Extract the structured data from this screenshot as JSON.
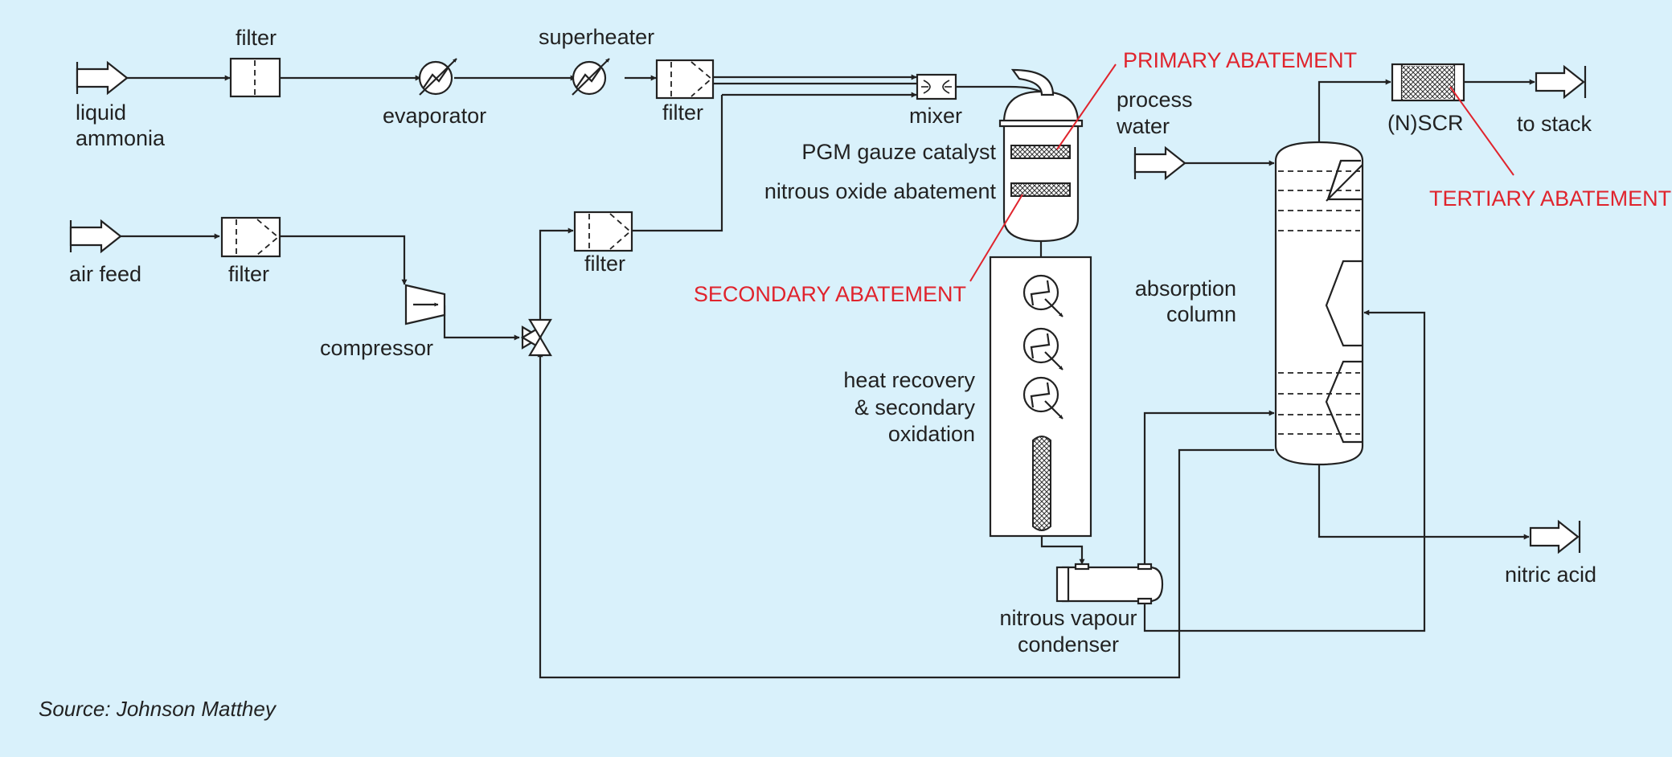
{
  "labels": {
    "liquid_ammonia_1": "liquid",
    "liquid_ammonia_2": "ammonia",
    "filter_top": "filter",
    "evaporator": "evaporator",
    "superheater": "superheater",
    "filter_mix": "filter",
    "mixer": "mixer",
    "pgm_gauze": "PGM gauze catalyst",
    "nitrous_oxide_abatement": "nitrous oxide abatement",
    "primary_abatement": "PRIMARY ABATEMENT",
    "secondary_abatement": "SECONDARY ABATEMENT",
    "tertiary_abatement": "TERTIARY ABATEMENT",
    "process_water_1": "process",
    "process_water_2": "water",
    "nscr": "(N)SCR",
    "to_stack": "to stack",
    "air_feed": "air feed",
    "filter_air": "filter",
    "filter_mid": "filter",
    "compressor": "compressor",
    "absorption_column_1": "absorption",
    "absorption_column_2": "column",
    "heat_recovery_1": "heat recovery",
    "heat_recovery_2": "& secondary",
    "heat_recovery_3": "oxidation",
    "condenser_1": "nitrous vapour",
    "condenser_2": "condenser",
    "nitric_acid": "nitric acid",
    "source": "Source: Johnson Matthey"
  },
  "colors": {
    "background": "#d9f1fb",
    "line": "#222222",
    "abatement": "#e0242d"
  }
}
